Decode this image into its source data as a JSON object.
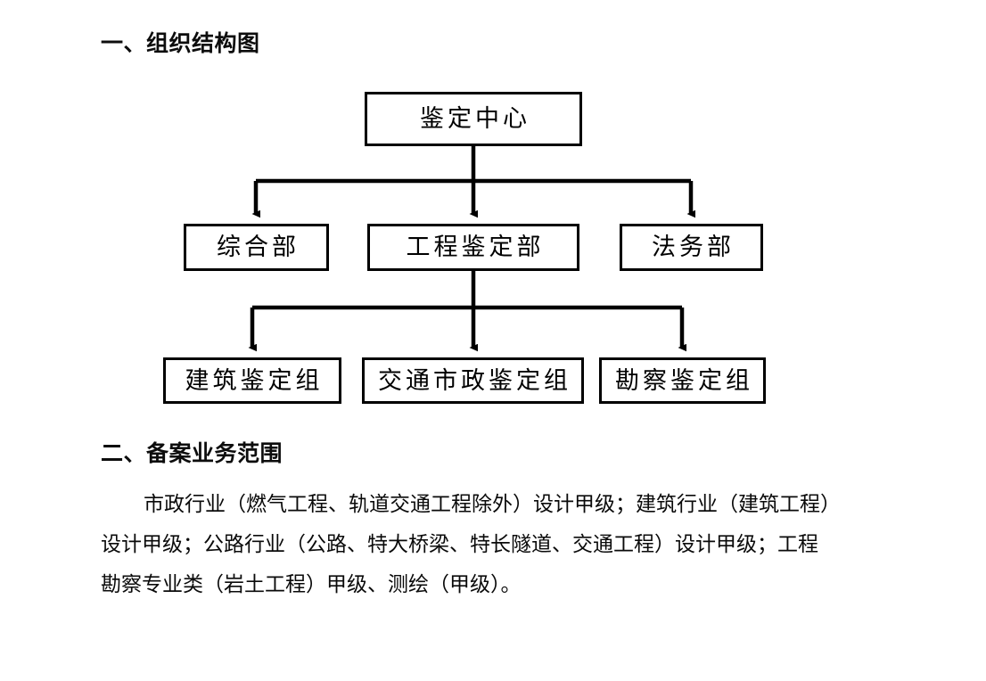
{
  "document": {
    "sections": [
      {
        "id": "org-structure",
        "heading": "一、组织结构图"
      },
      {
        "id": "business-scope",
        "heading": "二、备案业务范围"
      }
    ]
  },
  "org_chart": {
    "type": "hierarchy",
    "title": "一、组织结构图",
    "levels": [
      {
        "level": 1,
        "nodes": [
          {
            "id": "center",
            "label": "鉴定中心"
          }
        ]
      },
      {
        "level": 2,
        "nodes": [
          {
            "id": "general",
            "label": "综合部"
          },
          {
            "id": "engineer",
            "label": "工程鉴定部"
          },
          {
            "id": "legal",
            "label": "法务部"
          }
        ]
      },
      {
        "level": 3,
        "nodes": [
          {
            "id": "building",
            "label": "建筑鉴定组"
          },
          {
            "id": "transport",
            "label": "交通市政鉴定组"
          },
          {
            "id": "survey",
            "label": "勘察鉴定组"
          }
        ]
      }
    ],
    "edges": [
      {
        "from": "center",
        "to": "general"
      },
      {
        "from": "center",
        "to": "engineer"
      },
      {
        "from": "center",
        "to": "legal"
      },
      {
        "from": "engineer",
        "to": "building"
      },
      {
        "from": "engineer",
        "to": "transport"
      },
      {
        "from": "engineer",
        "to": "survey"
      }
    ],
    "edge_style": "elbow-with-arrowhead",
    "box_border_color": "#000000",
    "box_fill_color": "#ffffff"
  },
  "business_scope": {
    "heading": "二、备案业务范围",
    "lines": [
      "市政行业（燃气工程、轨道交通工程除外）设计甲级；建筑行业（建筑工程）",
      "设计甲级；公路行业（公路、特大桥梁、特长隧道、交通工程）设计甲级；工程",
      "勘察专业类（岩土工程）甲级、测绘（甲级）。"
    ]
  }
}
